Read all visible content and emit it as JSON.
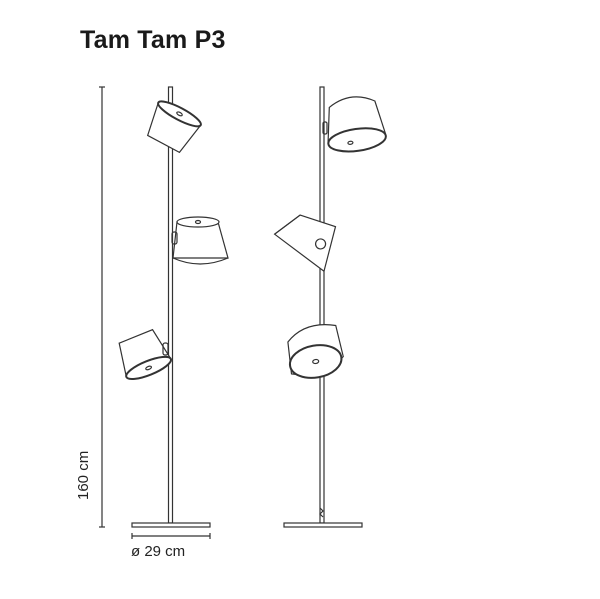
{
  "title": "Tam Tam P3",
  "dimensions": {
    "height_label": "160 cm",
    "base_diameter_label": "ø 29 cm"
  },
  "views": [
    {
      "name": "front-view",
      "shades": 3
    },
    {
      "name": "side-view",
      "shades": 3
    }
  ],
  "colors": {
    "line": "#333333",
    "text": "#1a1a1a",
    "background": "#ffffff"
  }
}
